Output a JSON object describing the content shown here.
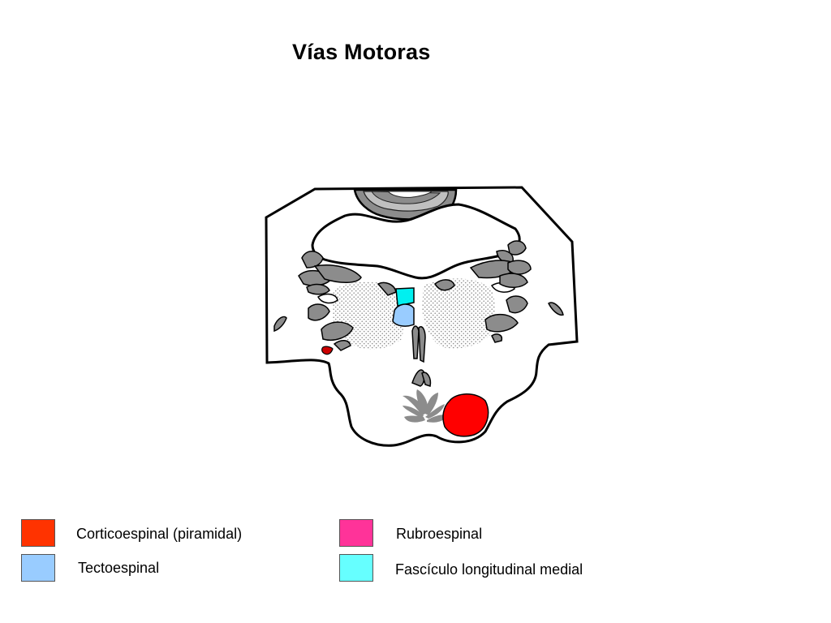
{
  "title": "Vías Motoras",
  "diagram": {
    "region_fills": {
      "outline": "#000000",
      "nuclei_gray": "#8c8c8c",
      "stipple": "#bdbdbd",
      "background": "#ffffff"
    }
  },
  "legend": [
    {
      "id": "corticoespinal",
      "label": "Corticoespinal (piramidal)",
      "color": "#ff3300"
    },
    {
      "id": "tectoespinal",
      "label": "Tectoespinal",
      "color": "#99ccff"
    },
    {
      "id": "rubroespinal",
      "label": "Rubroespinal",
      "color": "#ff3399"
    },
    {
      "id": "flm",
      "label": "Fascículo longitudinal medial",
      "color": "#66ffff"
    }
  ],
  "highlight_colors": {
    "corticoespinal": "#ff0000",
    "rubroespinal": "#cc0000",
    "tectoespinal": "#99ccff",
    "flm": "#00f0f0"
  }
}
